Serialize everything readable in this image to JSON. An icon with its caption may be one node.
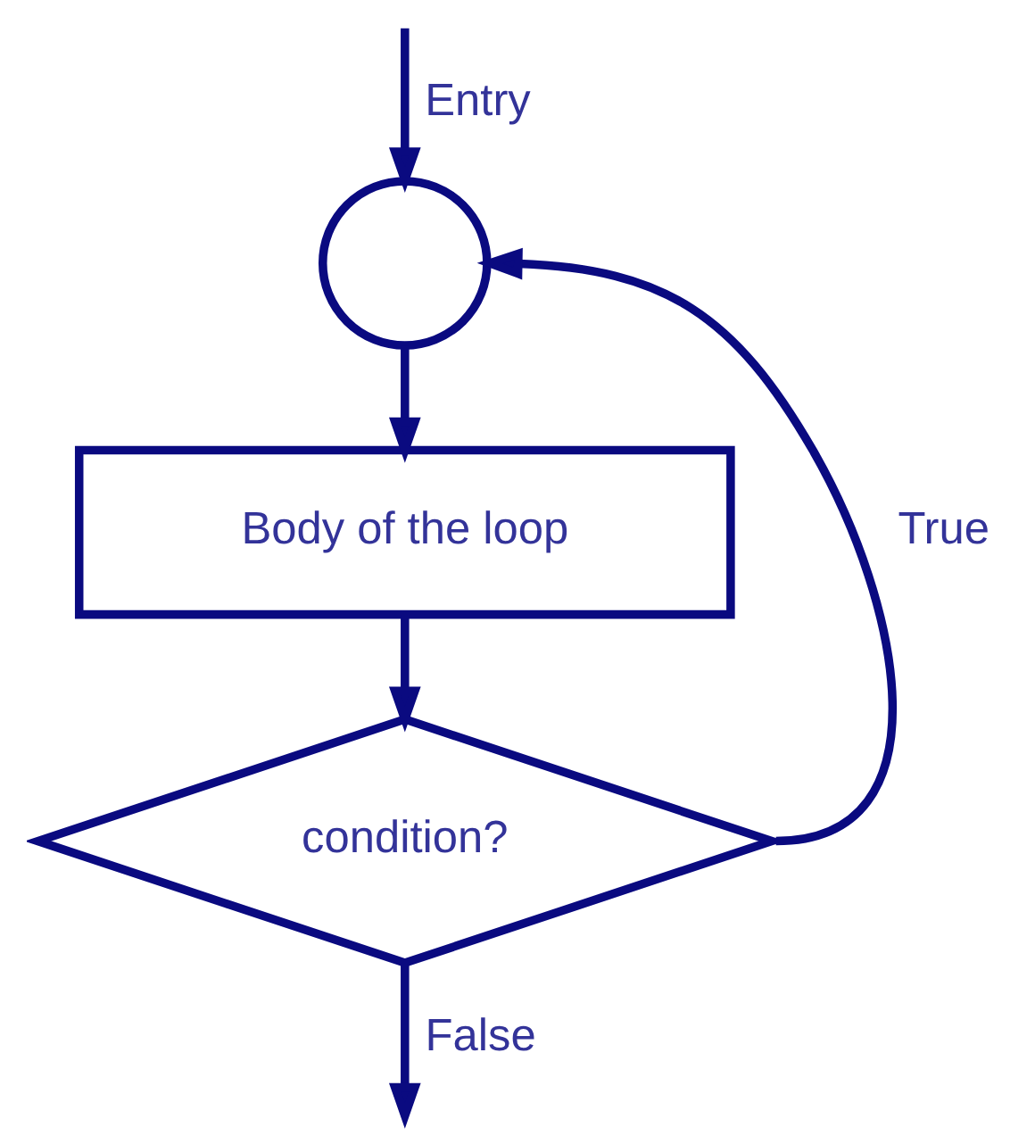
{
  "diagram": {
    "nodes": [
      {
        "text": [],
        "shape": "circle"
      },
      {
        "text": [
          "Body of the loop"
        ]
      },
      {
        "text": [
          "condition?"
        ]
      }
    ],
    "edges": [
      {
        "from": null,
        "to": 0,
        "arrow": "to",
        "label": "Entry"
      },
      {
        "from": 0,
        "to": 1,
        "arrow": "to"
      },
      {
        "from": 1,
        "to": 2,
        "arrow": "to"
      },
      {
        "from": 2,
        "to": 0,
        "arrow": "to",
        "label": "True"
      },
      {
        "from": 2,
        "to": null,
        "arrow": "to",
        "label": "False"
      }
    ]
  }
}
